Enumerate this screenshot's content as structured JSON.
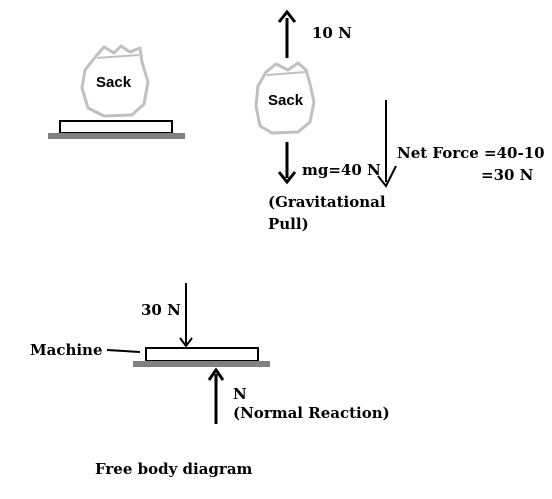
{
  "sack1": {
    "label": "Sack"
  },
  "sack2": {
    "label": "Sack"
  },
  "upward_force": {
    "label": "10 N"
  },
  "weight_force": {
    "label": "mg=40 N"
  },
  "gravitational": {
    "line1": "(Gravitational",
    "line2": "Pull)"
  },
  "net_force": {
    "line1": "Net Force =40-10",
    "line2": "=30 N"
  },
  "applied_force": {
    "label": "30 N"
  },
  "machine": {
    "label": "Machine"
  },
  "normal_force": {
    "label": "N",
    "desc": "(Normal Reaction)"
  },
  "caption": "Free body diagram",
  "colors": {
    "sack_outline": "#c0c0c0",
    "platform_base": "#808080",
    "ink": "#000000"
  }
}
